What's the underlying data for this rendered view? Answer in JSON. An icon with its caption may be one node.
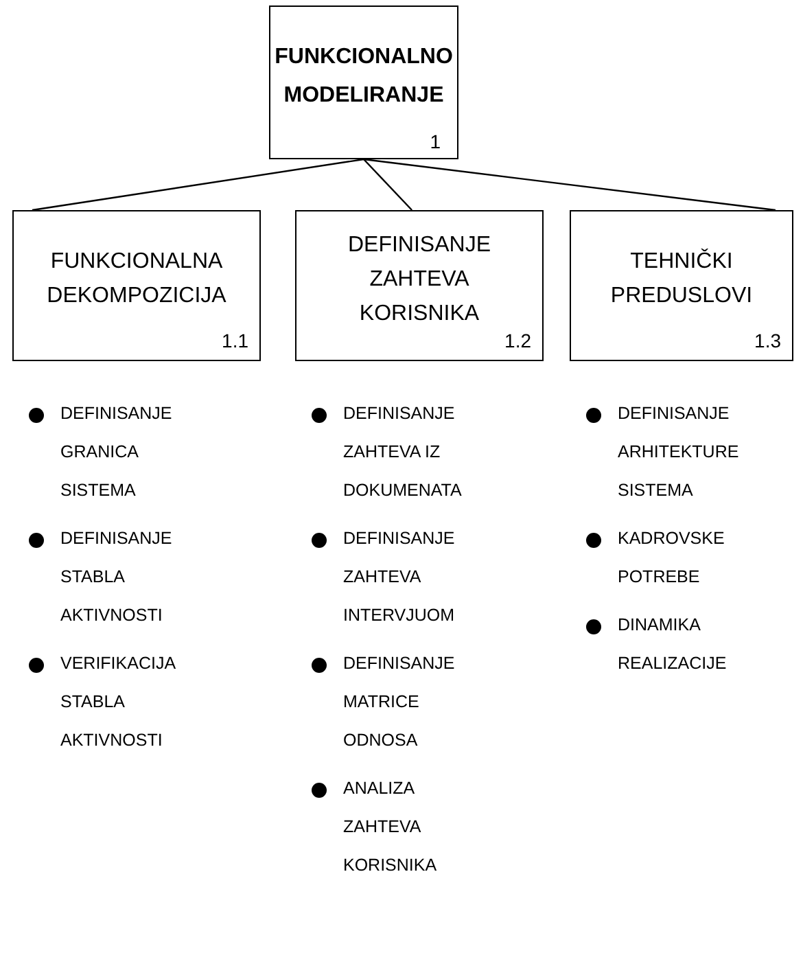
{
  "diagram": {
    "nodes": [
      {
        "text": [
          "FUNKCIONALNO MODELIRANJE",
          "1"
        ]
      },
      {
        "text": [
          "FUNKCIONALNA DEKOMPOZICIJA",
          "1.1"
        ],
        "beside": [
          "DEFINISANJE GRANICA SISTEMA",
          "DEFINISANJE STABLA AKTIVNOSTI",
          "VERIFIKACIJA STABLA AKTIVNOSTI"
        ]
      },
      {
        "text": [
          "DEFINISANJE ZAHTEVA KORISNIKA",
          "1.2"
        ],
        "beside": [
          "DEFINISANJE ZAHTEVA IZ DOKUMENATA",
          "DEFINISANJE ZAHTEVA INTERVJUOM",
          "DEFINISANJE MATRICE ODNOSA",
          "ANALIZA ZAHTEVA KORISNIKA"
        ]
      },
      {
        "text": [
          "TEHNIČKI PREDUSLOVI",
          "1.3"
        ],
        "beside": [
          "DEFINISANJE ARHITEKTURE SISTEMA",
          "KADROVSKE POTREBE",
          "DINAMIKA REALIZACIJE"
        ]
      }
    ],
    "edges": [
      {
        "from": 0,
        "to": 1,
        "arrow": "none"
      },
      {
        "from": 0,
        "to": 2,
        "arrow": "none"
      },
      {
        "from": 0,
        "to": 3,
        "arrow": "none"
      }
    ]
  }
}
